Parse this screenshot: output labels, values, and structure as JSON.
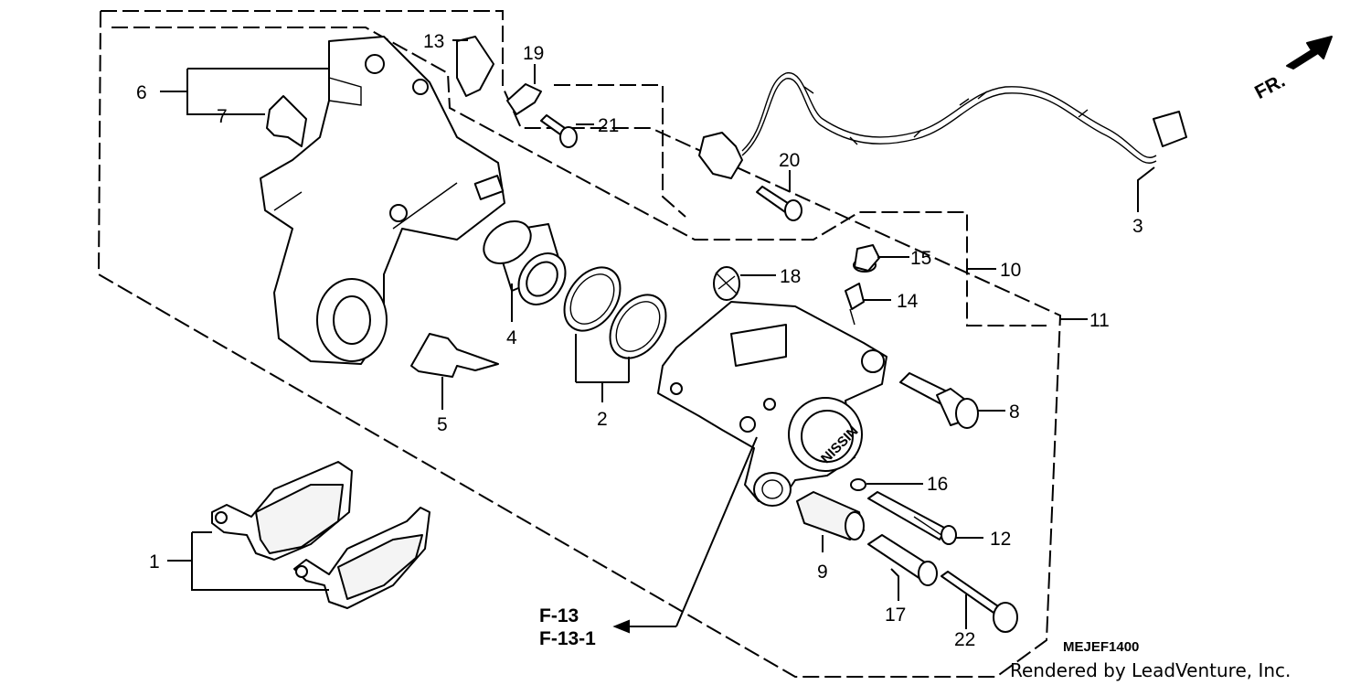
{
  "diagram": {
    "labels": {
      "n1": "1",
      "n2": "2",
      "n3": "3",
      "n4": "4",
      "n5": "5",
      "n6": "6",
      "n7": "7",
      "n8": "8",
      "n9": "9",
      "n10": "10",
      "n11": "11",
      "n12": "12",
      "n13": "13",
      "n14": "14",
      "n15": "15",
      "n16": "16",
      "n17": "17",
      "n18": "18",
      "n19": "19",
      "n20": "20",
      "n21": "21",
      "n22": "22"
    },
    "direction_label": "FR.",
    "caliper_logo": "NISSIN",
    "references": [
      "F-13",
      "F-13-1"
    ],
    "diagram_code": "MEJEF1400",
    "credit": "Rendered by LeadVenture, Inc."
  }
}
